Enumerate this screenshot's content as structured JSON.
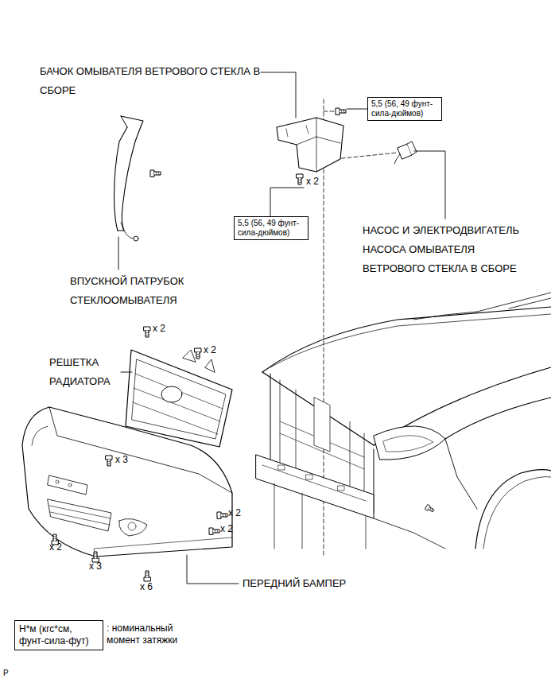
{
  "diagram": {
    "nodes": [
      {
        "text": [
          "5,5 (56, 49 фунт-сила-дюймов)"
        ]
      },
      {
        "text": [
          "5,5 (56, 49 фунт-сила-дюймов)"
        ]
      },
      {
        "text": [
          "Н*м (кгс*см, фунт-сила-фут)",
          ": номинальный момент затяжки"
        ]
      }
    ],
    "labels": [
      "БАЧОК ОМЫВАТЕЛЯ ВЕТРОВОГО СТЕКЛА В СБОРЕ",
      "x 2",
      "НАСОС И ЭЛЕКТРОДВИГАТЕЛЬ НАСОСА ОМЫВАТЕЛЯ ВЕТРОВОГО СТЕКЛА В СБОРЕ",
      "ВПУСКНОЙ ПАТРУБОК СТЕКЛООМЫВАТЕЛЯ",
      "x 2",
      "x 2",
      "РЕШЕТКА РАДИАТОРА",
      "x 3",
      "x 2",
      "x 2",
      "x 2",
      "x 3",
      "x 6",
      "ПЕРЕДНИЙ БАМПЕР",
      "P"
    ]
  }
}
